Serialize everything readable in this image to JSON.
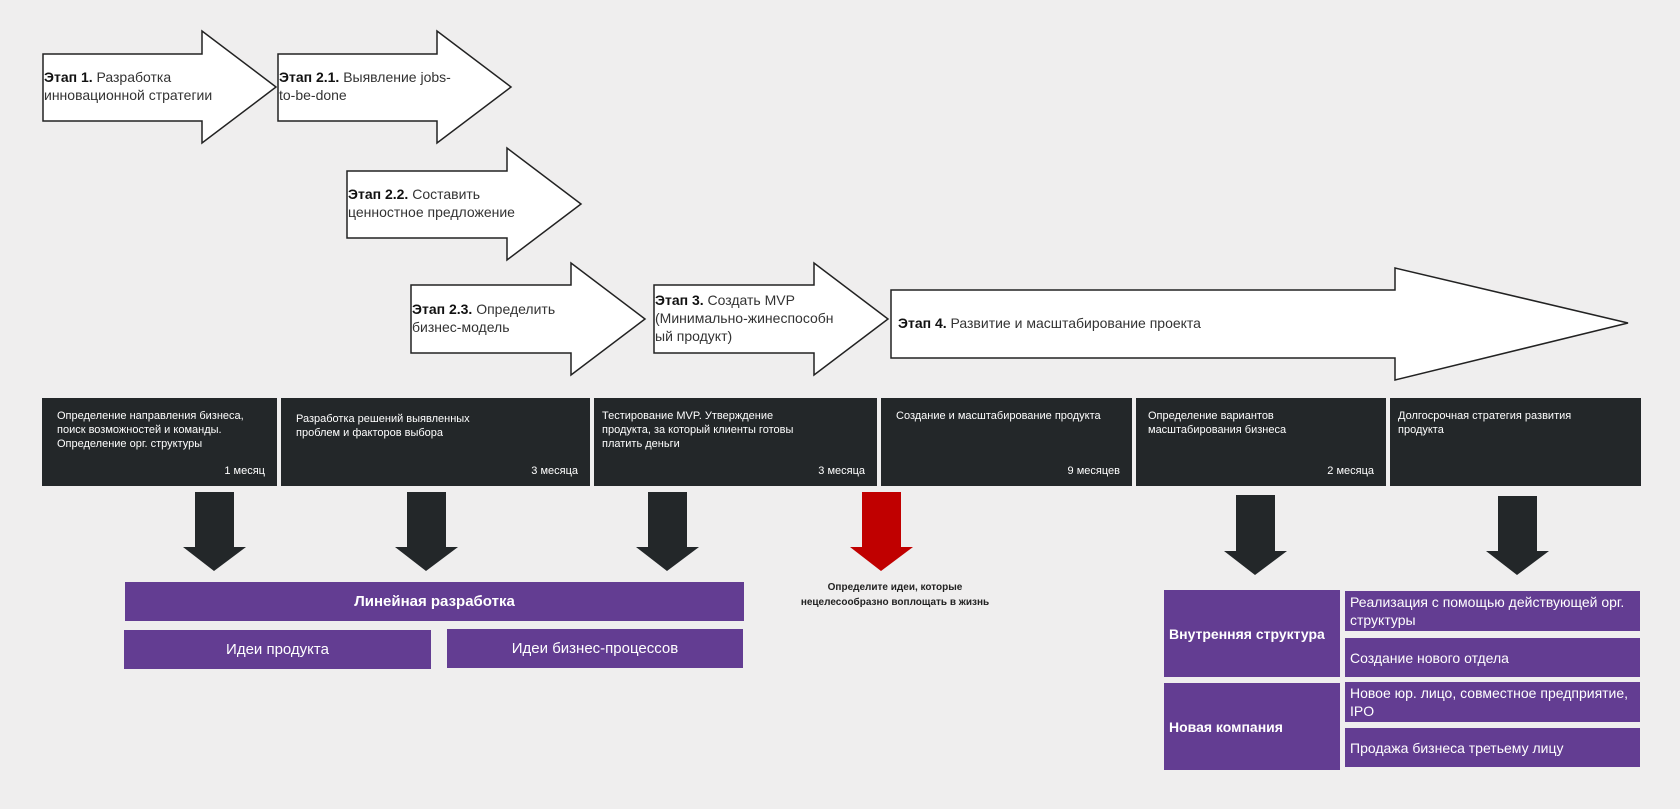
{
  "stages": [
    {
      "bold": "Этап 1.",
      "text": "Разработка",
      "text2": "инновационной стратегии"
    },
    {
      "bold": "Этап 2.1.",
      "text": "Выявление jobs-",
      "text2": "to-be-done"
    },
    {
      "bold": "Этап 2.2.",
      "text": "Составить",
      "text2": "ценностное предложение"
    },
    {
      "bold": "Этап 2.3.",
      "text": "Определить",
      "text2": "бизнес-модель"
    },
    {
      "bold": "Этап 3.",
      "text": "Создать MVP",
      "text2": "(Минимально-жинеспособн",
      "text3": "ый продукт)"
    },
    {
      "bold": "Этап 4.",
      "text": "Развитие и масштабирование проекта"
    }
  ],
  "phases": [
    {
      "lines": [
        "Определение направления бизнеса,",
        "поиск возможностей и команды.",
        "Определение орг. структуры"
      ],
      "duration": "1 месяц"
    },
    {
      "lines": [
        "Разработка решений выявленных",
        "проблем и факторов выбора"
      ],
      "duration": "3 месяца"
    },
    {
      "lines": [
        "Тестирование MVP. Утверждение",
        "продукта, за который клиенты готовы",
        "платить деньги"
      ],
      "duration": "3 месяца"
    },
    {
      "lines": [
        "Создание и масштабирование продукта"
      ],
      "duration": "9 месяцев"
    },
    {
      "lines": [
        "Определение вариантов",
        "масштабирования бизнеса"
      ],
      "duration": "2 месяца"
    },
    {
      "lines": [
        "Долгосрочная стратегия развития",
        "продукта"
      ],
      "duration": ""
    }
  ],
  "outcomes": {
    "linear_dev": "Линейная разработка",
    "product_ideas": "Идеи продукта",
    "process_ideas": "Идеи бизнес-процессов",
    "reject_note_1": "Определите идеи, которые",
    "reject_note_2": "нецелесообразно воплощать в жизнь",
    "internal_structure": "Внутренняя структура",
    "internal_opt_1": "Реализация с помощью действующей орг. структуры",
    "internal_opt_2": "Создание нового отдела",
    "new_company": "Новая компания",
    "new_opt_1": "Новое юр. лицо, совместное предприятие, IPO",
    "new_opt_2": "Продажа бизнеса третьему лицу"
  },
  "colors": {
    "background": "#efeeee",
    "dark": "#232729",
    "purple": "#633d92",
    "red": "#c00000"
  },
  "icons": [
    "down-arrow-icon",
    "red-down-arrow-icon"
  ]
}
